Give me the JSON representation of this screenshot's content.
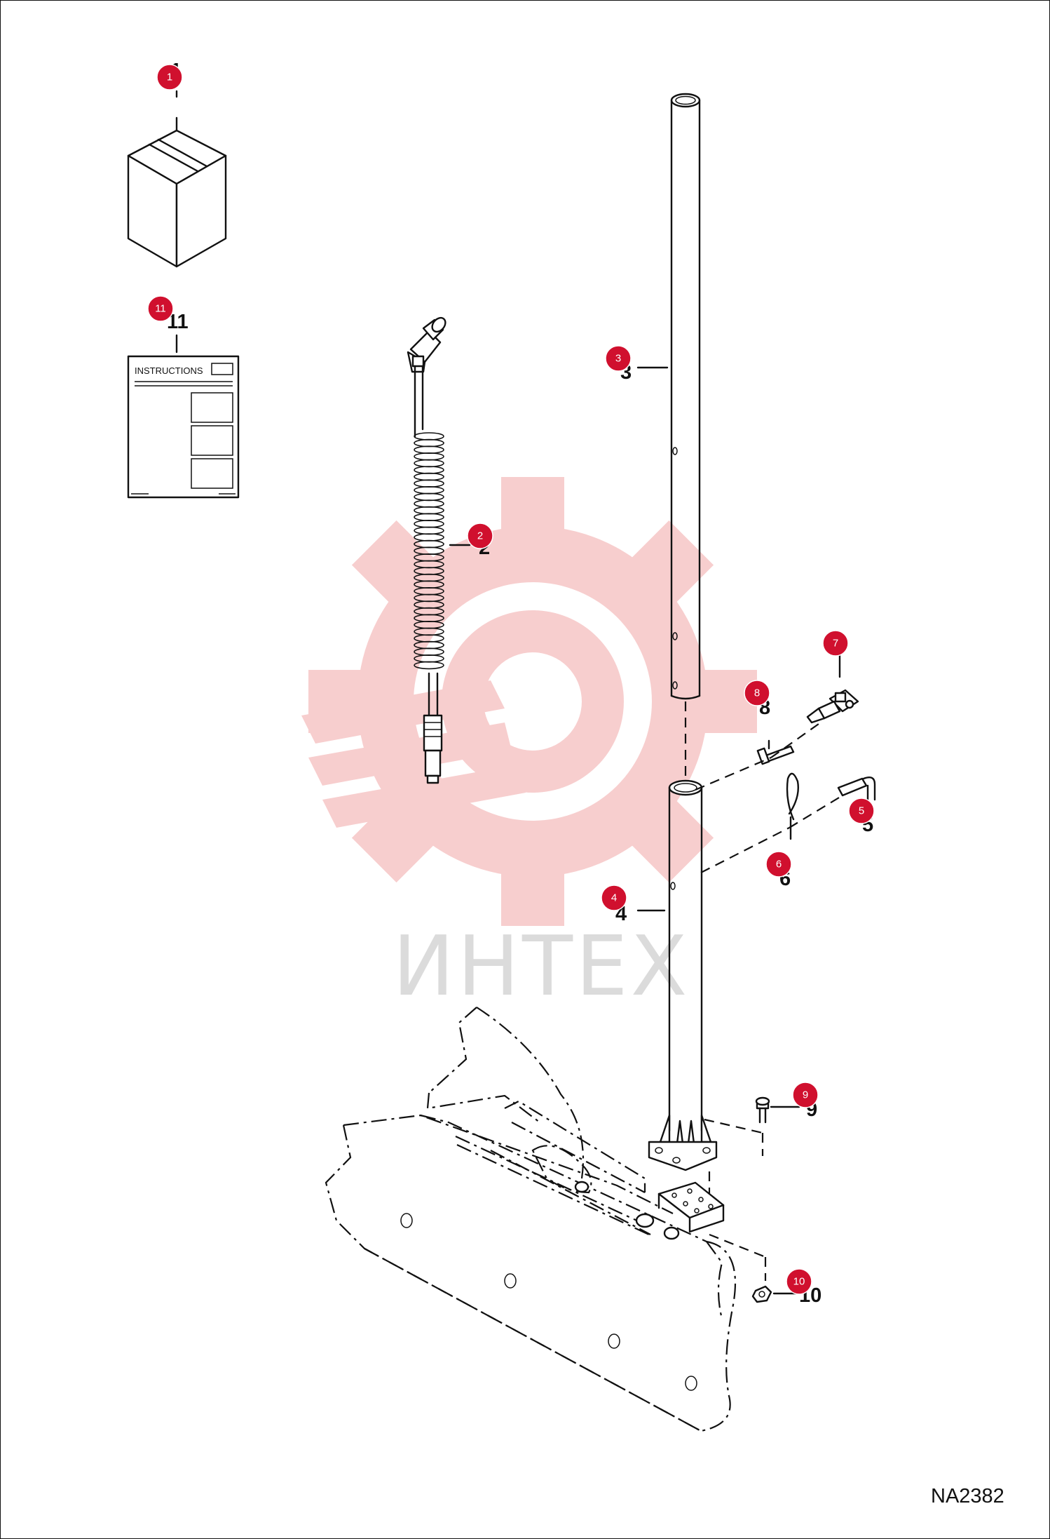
{
  "watermark": {
    "text": "ИНТЕХ",
    "gear_color": "#f7c9c9",
    "text_color": "#d8d8d8"
  },
  "drawing_code": "NA2382",
  "badge_color": "#d0102e",
  "instruction_sheet": {
    "title": "INSTRUCTIONS"
  },
  "callouts": [
    {
      "badge": "1",
      "label": "1"
    },
    {
      "badge": "2",
      "label": "2"
    },
    {
      "badge": "3",
      "label": "3"
    },
    {
      "badge": "4",
      "label": "4"
    },
    {
      "badge": "5",
      "label": "5"
    },
    {
      "badge": "6",
      "label": "6"
    },
    {
      "badge": "7",
      "label": "7"
    },
    {
      "badge": "8",
      "label": "8"
    },
    {
      "badge": "9",
      "label": "9"
    },
    {
      "badge": "10",
      "label": "10"
    },
    {
      "badge": "11",
      "label": "11"
    }
  ]
}
